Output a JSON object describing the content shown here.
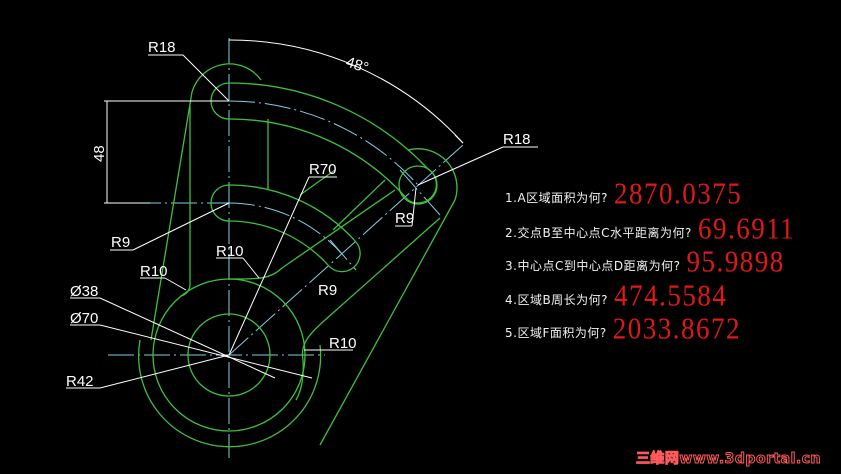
{
  "drawing": {
    "colors": {
      "background": "#000000",
      "outline": "#3fbf3f",
      "centerline": "#7fd0e0",
      "dimension": "#ffffff",
      "answer": "#e01818"
    },
    "dimensions": {
      "r18_top": "R18",
      "r18_right": "R18",
      "angle": "48°",
      "height_48": "48",
      "r70": "R70",
      "r9_right": "R9",
      "r9_left": "R9",
      "r10_upper": "R10",
      "r10_left": "R10",
      "r9_lower": "R9",
      "dia38": "Ø38",
      "dia70": "Ø70",
      "r10_right": "R10",
      "r42": "R42"
    }
  },
  "questions": [
    {
      "text": "1.A区域面积为何?",
      "answer": "2870.0375"
    },
    {
      "text": "2.交点B至中心点C水平距离为何?",
      "answer": "69.6911"
    },
    {
      "text": "3.中心点C到中心点D距离为何?",
      "answer": "95.9898"
    },
    {
      "text": "4.区域B周长为何?",
      "answer": "474.5584"
    },
    {
      "text": "5.区域F面积为何?",
      "answer": "2033.8672"
    }
  ],
  "watermark": "三维网www.3dportal.cn"
}
